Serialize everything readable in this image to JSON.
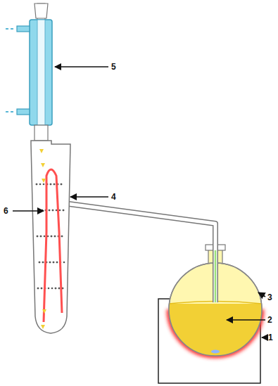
{
  "diagram": {
    "labels": [
      "5",
      "4",
      "6",
      "3",
      "2",
      "1"
    ]
  }
}
